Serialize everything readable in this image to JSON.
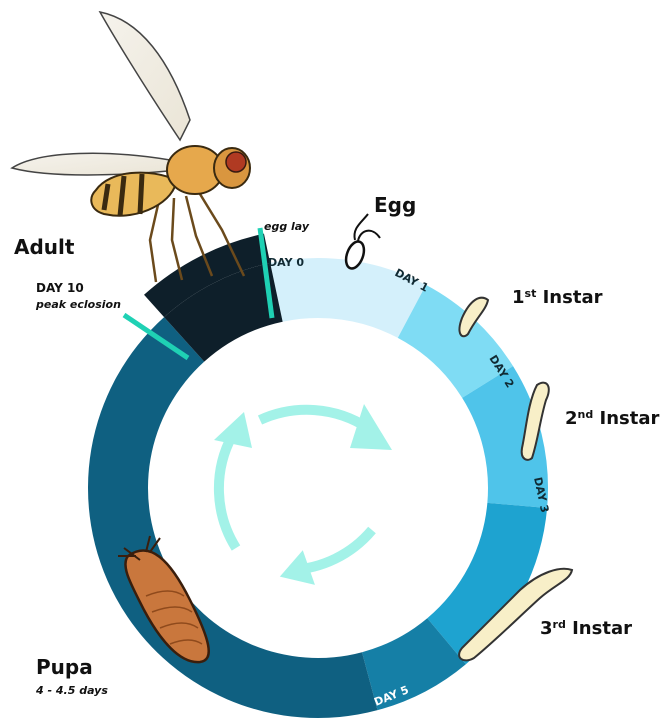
{
  "stages": {
    "egg": {
      "title": "Egg"
    },
    "instar1": {
      "num": "1",
      "sup": "st",
      "word": " Instar"
    },
    "instar2": {
      "num": "2",
      "sup": "nd",
      "word": " Instar"
    },
    "instar3": {
      "num": "3",
      "sup": "rd",
      "word": " Instar"
    },
    "pupa": {
      "title": "Pupa",
      "duration": "4 - 4.5 days"
    },
    "adult": {
      "title": "Adult"
    }
  },
  "markers": {
    "egg_lay": "egg lay",
    "day10": "DAY 10",
    "peak_eclosion": "peak eclosion"
  },
  "days": {
    "d0": "DAY 0",
    "d1": "DAY 1",
    "d2": "DAY 2",
    "d3": "DAY 3",
    "d5": "DAY 5"
  },
  "colors": {
    "egg_segment": "#d4f0fb",
    "instar1_segment": "#7fdcf4",
    "instar2_segment": "#4fc4ea",
    "instar3_segment": "#1ea3d0",
    "day5_segment": "#157fa6",
    "pupa_segment": "#0f6081",
    "adult_segment": "#0e1f2a",
    "marker_line": "#1fd1b4",
    "cycle_arrows": "#a3f2e8"
  },
  "icons": [
    "fruit-fly-icon",
    "egg-icon",
    "larva-icon",
    "pupa-icon",
    "cycle-arrows-icon"
  ]
}
